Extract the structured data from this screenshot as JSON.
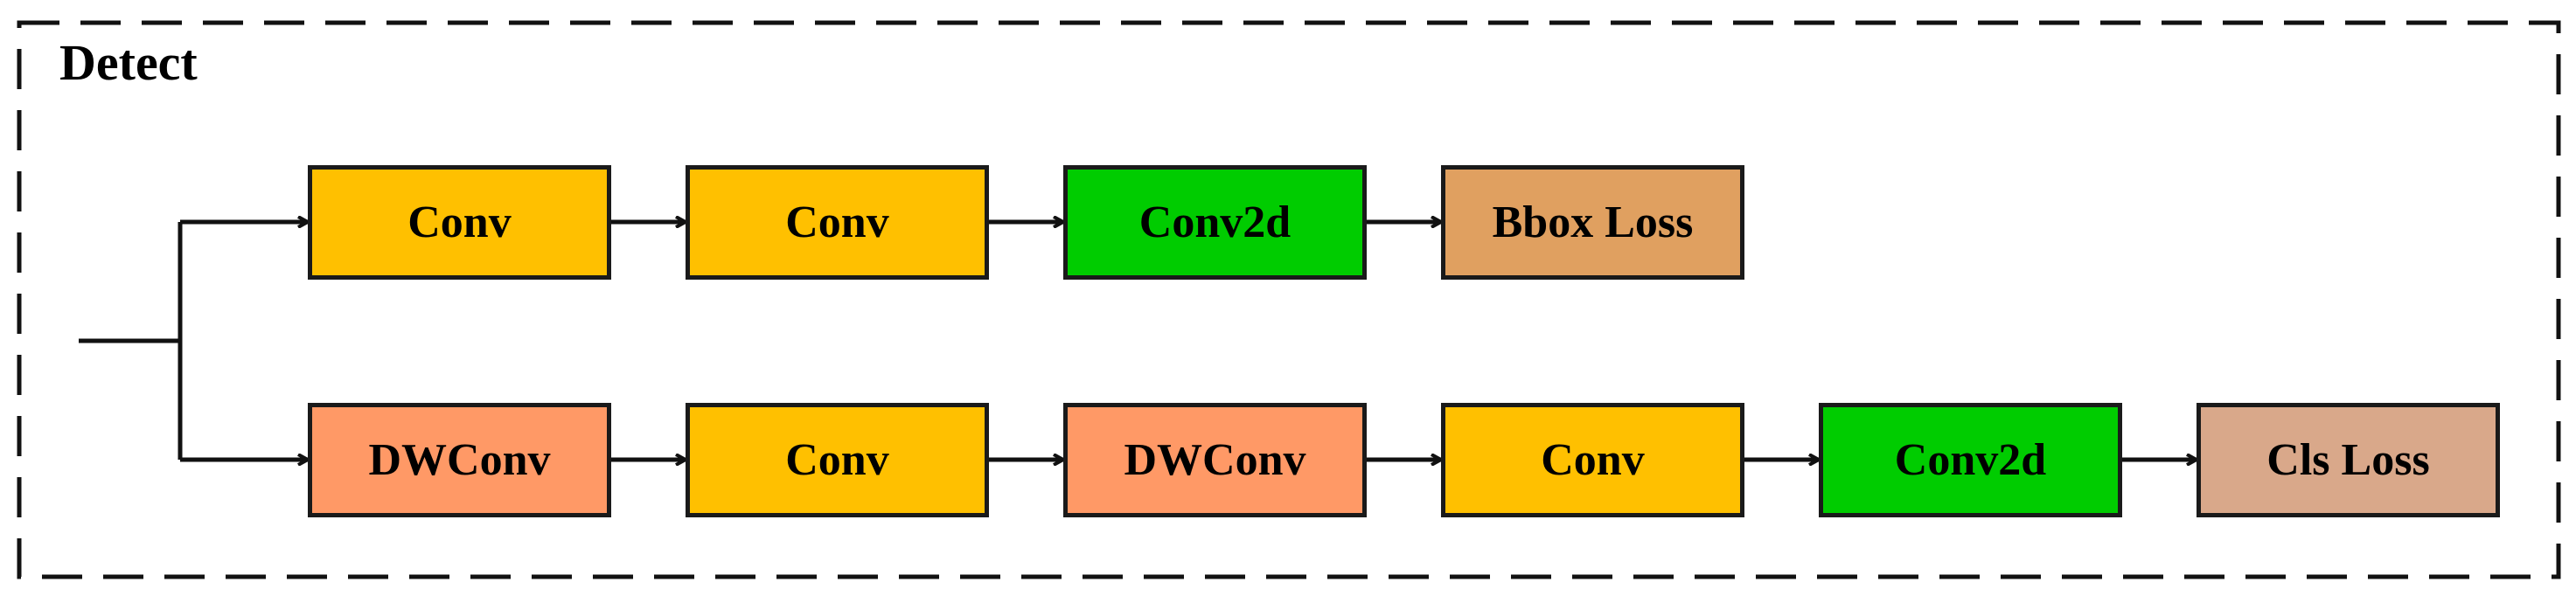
{
  "frame": {
    "title": "Detect"
  },
  "top_row": [
    {
      "label": "Conv",
      "color": "#FFC000"
    },
    {
      "label": "Conv",
      "color": "#FFC000"
    },
    {
      "label": "Conv2d",
      "color": "#00CC00"
    },
    {
      "label": "Bbox Loss",
      "color": "#E0A060"
    }
  ],
  "bottom_row": [
    {
      "label": "DWConv",
      "color": "#FF9966"
    },
    {
      "label": "Conv",
      "color": "#FFC000"
    },
    {
      "label": "DWConv",
      "color": "#FF9966"
    },
    {
      "label": "Conv",
      "color": "#FFC000"
    },
    {
      "label": "Conv2d",
      "color": "#00CC00"
    },
    {
      "label": "Cls Loss",
      "color": "#D9A88A"
    }
  ]
}
